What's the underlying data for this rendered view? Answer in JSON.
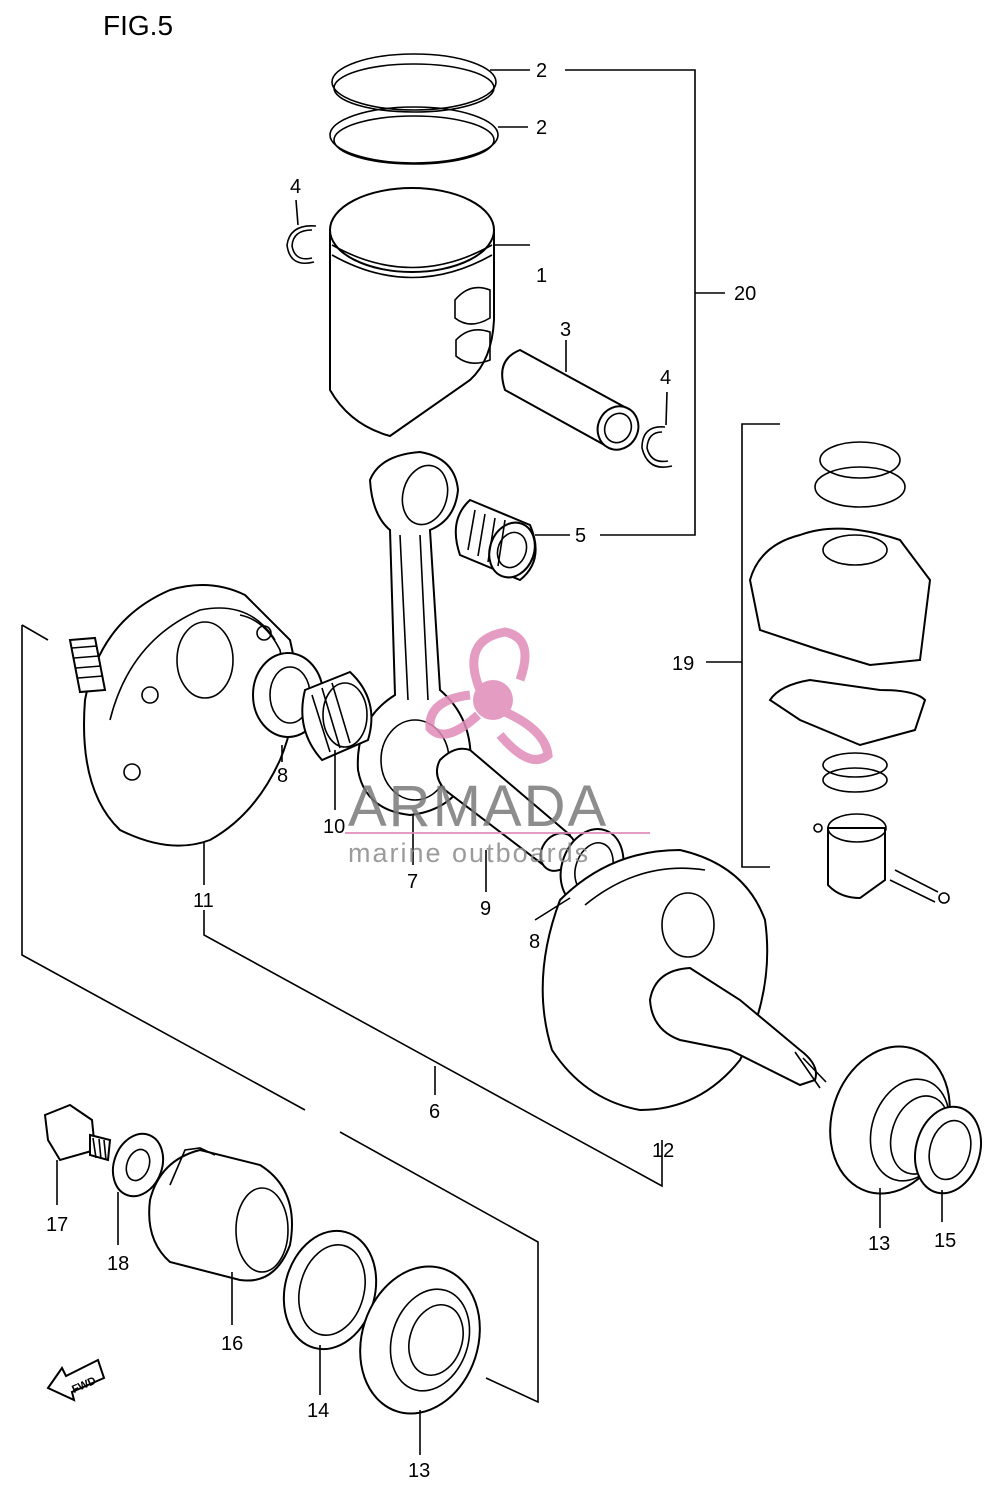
{
  "figure": {
    "title": "FIG.5"
  },
  "callouts": [
    {
      "id": "c2a",
      "text": "2"
    },
    {
      "id": "c2b",
      "text": "2"
    },
    {
      "id": "c4a",
      "text": "4"
    },
    {
      "id": "c1",
      "text": "1"
    },
    {
      "id": "c20",
      "text": "20"
    },
    {
      "id": "c3",
      "text": "3"
    },
    {
      "id": "c4b",
      "text": "4"
    },
    {
      "id": "c5",
      "text": "5"
    },
    {
      "id": "c19",
      "text": "19"
    },
    {
      "id": "c8a",
      "text": "8"
    },
    {
      "id": "c10",
      "text": "10"
    },
    {
      "id": "c7",
      "text": "7"
    },
    {
      "id": "c9",
      "text": "9"
    },
    {
      "id": "c8b",
      "text": "8"
    },
    {
      "id": "c11",
      "text": "11"
    },
    {
      "id": "c6",
      "text": "6"
    },
    {
      "id": "c12",
      "text": "12"
    },
    {
      "id": "c17",
      "text": "17"
    },
    {
      "id": "c18",
      "text": "18"
    },
    {
      "id": "c16",
      "text": "16"
    },
    {
      "id": "c14",
      "text": "14"
    },
    {
      "id": "c13a",
      "text": "13"
    },
    {
      "id": "c13b",
      "text": "13"
    },
    {
      "id": "c15",
      "text": "15"
    }
  ],
  "fwd_arrow": {
    "text": "FWD"
  },
  "watermark": {
    "brand": "ARMADA",
    "tagline": "marine outboards",
    "logo_color": "#e08bb8"
  }
}
